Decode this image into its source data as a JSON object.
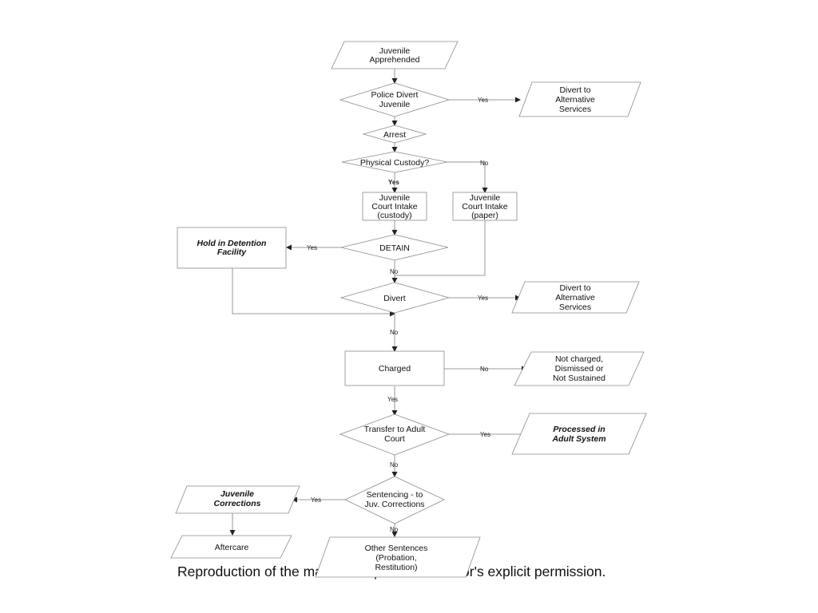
{
  "nodes": {
    "apprehended": [
      "Juvenile",
      "Apprehended"
    ],
    "police_divert": [
      "Police Divert",
      "Juvenile"
    ],
    "alt_services_1": [
      "Divert to",
      "Alternative",
      "Services"
    ],
    "arrest": [
      "Arrest"
    ],
    "physical_custody": [
      "Physical Custody?"
    ],
    "intake_custody": [
      "Juvenile",
      "Court Intake",
      "(custody)"
    ],
    "intake_paper": [
      "Juvenile",
      "Court Intake",
      "(paper)"
    ],
    "hold_detention": [
      "Hold in Detention",
      "Facility"
    ],
    "detain": [
      "DETAIN"
    ],
    "divert": [
      "Divert"
    ],
    "alt_services_2": [
      "Divert to",
      "Alternative",
      "Services"
    ],
    "charged": [
      "Charged"
    ],
    "not_charged": [
      "Not charged,",
      "Dismissed or",
      "Not Sustained"
    ],
    "transfer_adult": [
      "Transfer to Adult",
      "Court"
    ],
    "adult_system": [
      "Processed in",
      "Adult System"
    ],
    "sentencing": [
      "Sentencing - to",
      "Juv. Corrections"
    ],
    "juv_corrections": [
      "Juvenile",
      "Corrections"
    ],
    "aftercare": [
      "Aftercare"
    ],
    "other_sentences": [
      "Other Sentences",
      "(Probation,",
      "Restitution)"
    ]
  },
  "edge_labels": {
    "police_yes": "Yes",
    "custody_no": "No",
    "custody_yes": "Yes",
    "detain_yes": "Yes",
    "detain_no": "No",
    "divert_yes": "Yes",
    "divert_no": "No",
    "charged_no": "No",
    "charged_yes": "Yes",
    "transfer_yes": "Yes",
    "transfer_no": "No",
    "sentencing_yes": "Yes",
    "sentencing_no": "No"
  },
  "footer": {
    "text": "Reproduction of the material requires the author's explicit permission."
  }
}
